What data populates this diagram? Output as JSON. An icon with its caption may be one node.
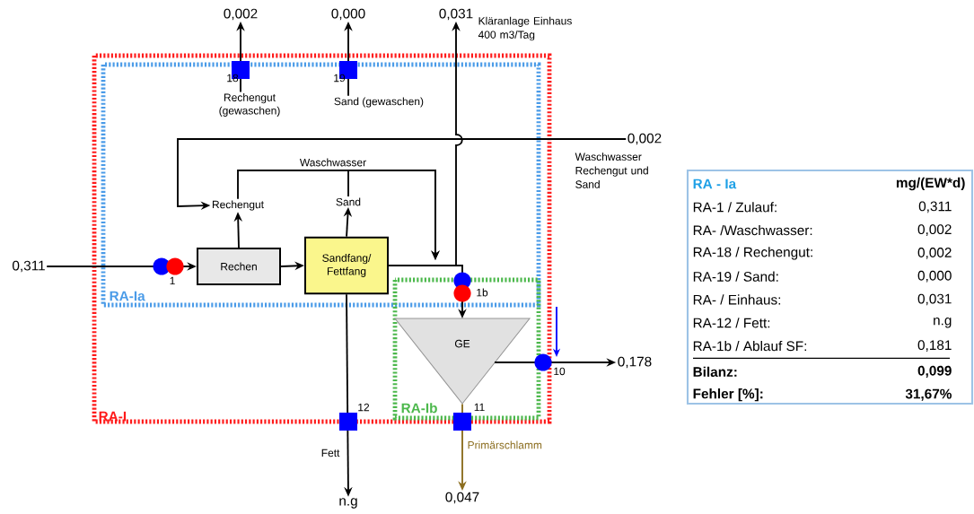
{
  "diagram": {
    "nodes": [
      {
        "text": [
          "RA-I"
        ]
      },
      {
        "text": [
          "RA-Ia"
        ],
        "in": 0
      },
      {
        "text": [
          "RA-Ib"
        ],
        "in": 0
      },
      {
        "text": [
          "Rechen"
        ],
        "in": 1
      },
      {
        "text": [
          "Sandfang/ Fettfang"
        ],
        "in": 1
      },
      {
        "text": [
          "GE"
        ],
        "in": 2
      },
      {
        "text": [
          "Rechengut"
        ],
        "in": 1
      },
      {
        "text": [
          "Sand"
        ],
        "in": 1
      },
      {
        "text": [
          "0,311"
        ]
      },
      {
        "text": [
          "0,002"
        ]
      },
      {
        "text": [
          "0,000"
        ]
      },
      {
        "text": [
          "0,031"
        ],
        "beside": [
          "Kläranlage Einhaus 400 m3/Tag"
        ]
      },
      {
        "text": [
          "0,002"
        ],
        "beside": [
          "Waschwasser Rechengut und Sand"
        ]
      },
      {
        "text": [
          "0,178"
        ]
      },
      {
        "text": [
          "n.g"
        ]
      },
      {
        "text": [
          "0,047"
        ]
      },
      {
        "text": [
          "Rechengut (gewaschen)"
        ],
        "in": 1
      },
      {
        "text": [
          "Sand (gewaschen)"
        ],
        "in": 1
      }
    ],
    "edges": [
      {
        "from": 8,
        "to": 3,
        "arrow": "to"
      },
      {
        "from": 3,
        "to": 4,
        "arrow": "to"
      },
      {
        "from": 3,
        "to": 6,
        "arrow": "to"
      },
      {
        "from": 4,
        "to": 7,
        "arrow": "to"
      },
      {
        "from": 6,
        "to": null,
        "arrow": "to",
        "label": "Waschwasser"
      },
      {
        "from": 7,
        "to": null,
        "arrow": "to"
      },
      {
        "from": 12,
        "to": 6,
        "arrow": "to"
      },
      {
        "from": 4,
        "to": 11,
        "arrow": "to"
      },
      {
        "from": 4,
        "to": 5,
        "arrow": "to"
      },
      {
        "from": 4,
        "to": 14,
        "arrow": "to",
        "label": "Fett"
      },
      {
        "from": 5,
        "to": 15,
        "arrow": "to",
        "label": "Primärschlamm",
        "color": "#8b6d1e"
      },
      {
        "from": 5,
        "to": 13,
        "arrow": "to"
      },
      {
        "from": 16,
        "to": 9,
        "arrow": "to"
      },
      {
        "from": 17,
        "to": 10,
        "arrow": "to"
      }
    ],
    "labels": [
      "18",
      "19",
      "1",
      "1b",
      "10",
      "12",
      "11",
      "RA - Ia",
      "mg/(EW*d)",
      "RA-1 / Zulauf:",
      "0,311",
      "RA- /Waschwasser:",
      "0,002",
      "RA-18 / Rechengut:",
      "0,002",
      "RA-19 / Sand:",
      "0,000",
      "RA- / Einhaus:",
      "0,031",
      "RA-12 / Fett:",
      "n.g",
      "RA-1b / Ablauf SF:",
      "0,181",
      "Bilanz:",
      "0,099",
      "Fehler [%]:",
      "31,67%"
    ]
  }
}
